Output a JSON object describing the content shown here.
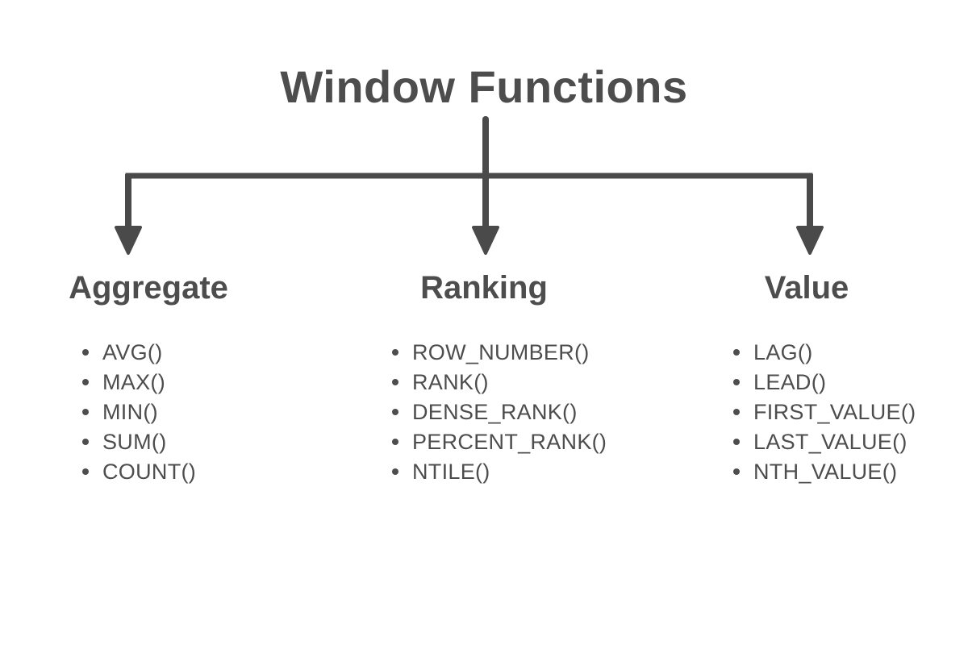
{
  "diagram": {
    "title": "Window Functions",
    "columns": [
      {
        "heading": "Aggregate",
        "items": [
          "AVG()",
          "MAX()",
          "MIN()",
          "SUM()",
          "COUNT()"
        ]
      },
      {
        "heading": "Ranking",
        "items": [
          "ROW_NUMBER()",
          "RANK()",
          "DENSE_RANK()",
          "PERCENT_RANK()",
          "NTILE()"
        ]
      },
      {
        "heading": "Value",
        "items": [
          "LAG()",
          "LEAD()",
          "FIRST_VALUE()",
          "LAST_VALUE()",
          "NTH_VALUE()"
        ]
      }
    ],
    "colors": {
      "background": "#ffffff",
      "text": "#4d4d4d",
      "connector": "#4a4a4a"
    }
  }
}
